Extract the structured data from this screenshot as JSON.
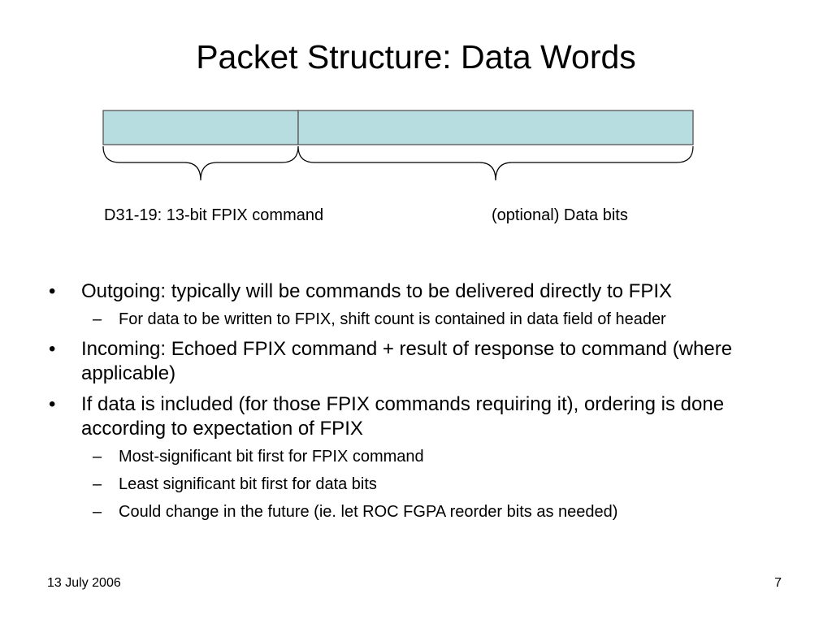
{
  "slide": {
    "title": "Packet Structure: Data Words",
    "field_colors": {
      "fill": "#b8dde0",
      "stroke": "#555555"
    },
    "labels": {
      "command": "D31-19: 13-bit FPIX command",
      "data": "(optional) Data bits"
    },
    "bullets": [
      {
        "text": "Outgoing: typically will be commands to be delivered directly to FPIX",
        "sub": [
          "For data to be written to FPIX, shift count is contained in data field of header"
        ]
      },
      {
        "text": "Incoming: Echoed FPIX command + result of response to command (where applicable)",
        "sub": []
      },
      {
        "text": "If data is included (for those FPIX commands requiring it), ordering is done according to expectation of FPIX",
        "sub": [
          "Most-significant bit first for FPIX command",
          "Least significant bit first for data bits",
          "Could change in the future (ie. let ROC FGPA reorder bits as needed)"
        ]
      }
    ],
    "footer": {
      "date": "13 July 2006",
      "page_number": "7"
    }
  }
}
